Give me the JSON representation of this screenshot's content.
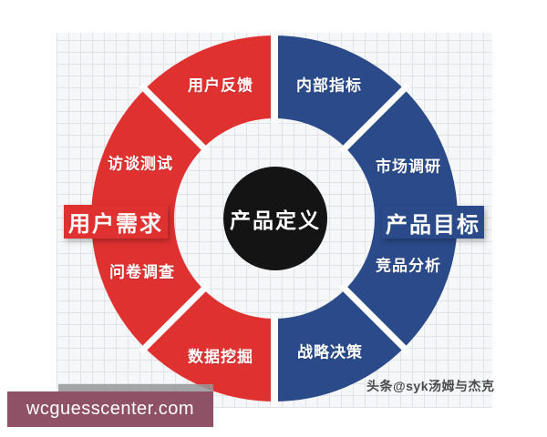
{
  "diagram": {
    "center": {
      "label": "产品定义",
      "color": "#141414"
    },
    "left_half": {
      "label": "用户需求",
      "color": "#e03131",
      "segments": [
        {
          "label": "用户反馈"
        },
        {
          "label": "访谈测试"
        },
        {
          "label": "问卷调查"
        },
        {
          "label": "数据挖掘"
        }
      ]
    },
    "right_half": {
      "label": "产品目标",
      "color": "#2a4a8a",
      "segments": [
        {
          "label": "内部指标"
        },
        {
          "label": "市场调研"
        },
        {
          "label": "竞品分析"
        },
        {
          "label": "战略决策"
        }
      ]
    },
    "paper_color": "#f6f7f8",
    "grid_line_color": "#e0e4e9"
  },
  "watermarks": {
    "site": "wcguesscenter.com",
    "site_bar_color": "#8e5165",
    "credit": "头条@syk汤姆与杰克"
  }
}
